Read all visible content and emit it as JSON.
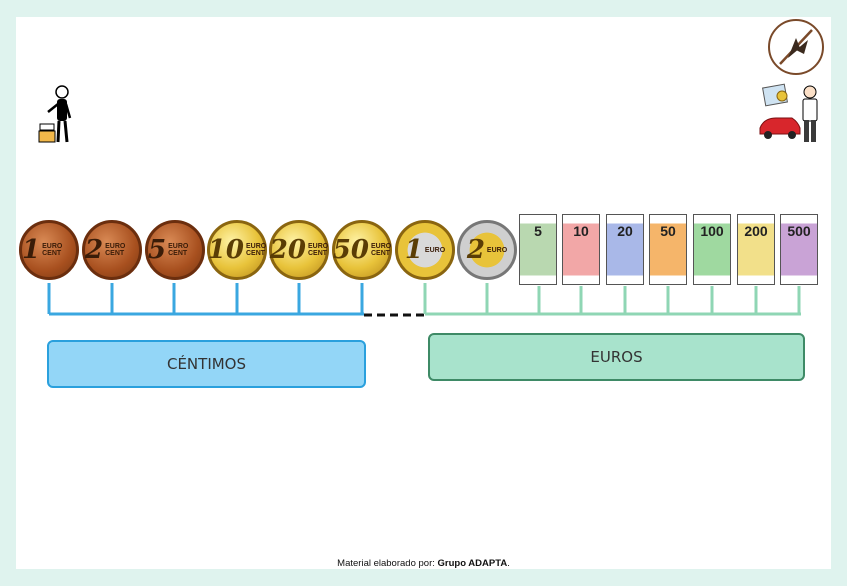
{
  "labels": {
    "cents": "CÉNTIMOS",
    "euros": "EUROS"
  },
  "coins": [
    {
      "value": "1",
      "caption": "EURO CENT",
      "kind": "copper"
    },
    {
      "value": "2",
      "caption": "EURO CENT",
      "kind": "copper"
    },
    {
      "value": "5",
      "caption": "EURO CENT",
      "kind": "copper"
    },
    {
      "value": "10",
      "caption": "EURO CENT",
      "kind": "gold"
    },
    {
      "value": "20",
      "caption": "EURO CENT",
      "kind": "gold"
    },
    {
      "value": "50",
      "caption": "EURO CENT",
      "kind": "gold"
    },
    {
      "value": "1",
      "caption": "EURO",
      "kind": "bimetal1"
    },
    {
      "value": "2",
      "caption": "EURO",
      "kind": "bimetal2"
    }
  ],
  "banknotes": [
    {
      "value": "5",
      "color": "#b9d8b0"
    },
    {
      "value": "10",
      "color": "#f2a7a7"
    },
    {
      "value": "20",
      "color": "#a9b8e8"
    },
    {
      "value": "50",
      "color": "#f5b56a"
    },
    {
      "value": "100",
      "color": "#9fd9a0"
    },
    {
      "value": "200",
      "color": "#f2e08a"
    },
    {
      "value": "500",
      "color": "#c9a3d6"
    }
  ],
  "colors": {
    "cents_line": "#3aa7e0",
    "euros_line": "#8fd6b4",
    "cents_box": "#93d6f7",
    "euros_box": "#a8e3cc",
    "euros_border": "#3e8a66"
  },
  "footer": {
    "prefix": "Material elaborado por:",
    "author": "Grupo  ADAPTA",
    "suffix": "."
  },
  "icons": [
    "person-paying-icon",
    "scissors-pictogram-icon",
    "person-with-car-money-icon"
  ]
}
